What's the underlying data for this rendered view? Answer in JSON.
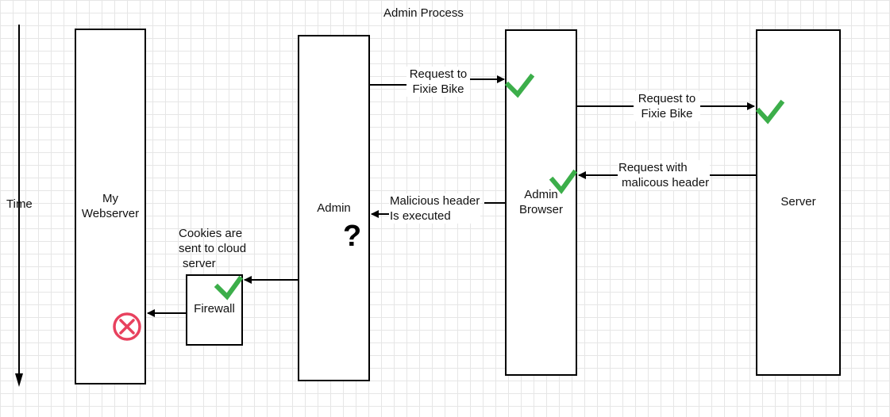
{
  "title": "Admin Process",
  "time_label": "Time",
  "nodes": {
    "webserver": {
      "line1": "My",
      "line2": "Webserver"
    },
    "admin": {
      "label": "Admin",
      "status_icon": "question-mark",
      "status_text": "?"
    },
    "browser": {
      "line1": "Admin",
      "line2": "Browser"
    },
    "server": {
      "label": "Server"
    },
    "firewall": {
      "label": "Firewall"
    }
  },
  "messages": {
    "admin_to_browser": {
      "line1": "Request to",
      "line2": "Fixie Bike"
    },
    "browser_to_server": {
      "line1": "Request to",
      "line2": "Fixie Bike"
    },
    "server_to_browser": {
      "line1": "Request with",
      "line2": "malicous header"
    },
    "browser_to_admin": {
      "line1": "Malicious header",
      "line2": "Is executed"
    },
    "admin_to_firewall": {
      "line1": "Cookies are",
      "line2": "sent to cloud",
      "line3": "server"
    }
  },
  "status_icons": {
    "success": "green-checkmark",
    "blocked": "red-circle-x"
  },
  "colors": {
    "check": "#3cae4a",
    "blocked": "#e8415e",
    "stroke": "#000000",
    "grid": "#e6e6e6"
  }
}
